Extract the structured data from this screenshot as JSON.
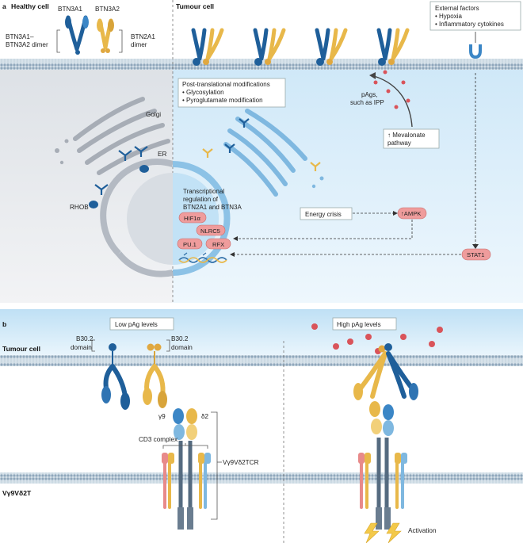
{
  "panel_a": {
    "panel_letter": "a",
    "healthy_title": "Healthy cell",
    "tumour_title": "Tumour cell",
    "btn3a1": "BTN3A1",
    "btn3a2": "BTN3A2",
    "dimer1_line1": "BTN3A1–",
    "dimer1_line2": "BTN3A2 dimer",
    "dimer2_line1": "BTN2A1",
    "dimer2_line2": "dimer",
    "external": {
      "title": "External factors",
      "items": [
        "• Hypoxia",
        "• Inflammatory cytokines"
      ]
    },
    "ptm": {
      "title": "Post-translational modifications",
      "items": [
        "• Glycosylation",
        "• Pyroglutamate modification"
      ]
    },
    "pags_line1": "pAgs,",
    "pags_line2": "such as IPP",
    "mevalonate_line1": "↑ Mevalonate",
    "mevalonate_line2": "pathway",
    "golgi": "Golgi",
    "er": "ER",
    "rhob": "RHOB",
    "transcriptional": [
      "Transcriptional",
      "regulation of",
      "BTN2A1 and BTN3A"
    ],
    "factors": [
      "HIF1α",
      "NLRC5",
      "PU.1",
      "RFX"
    ],
    "energy_crisis": "Energy crisis",
    "ampk": "↑AMPK",
    "stat1": "STAT1"
  },
  "panel_b": {
    "panel_letter": "b",
    "tumour_cell": "Tumour cell",
    "tcell": "Vγ9Vδ2T",
    "low_pag": "Low pAg levels",
    "high_pag": "High pAg levels",
    "b30_left_1": "B30.2",
    "b30_left_2": "domain",
    "b30_right_1": "B30.2",
    "b30_right_2": "domain",
    "gamma9": "γ9",
    "delta2": "δ2",
    "cd3": "CD3 complex",
    "tcr": "Vγ9Vδ2TCR",
    "activation": "Activation"
  },
  "colors": {
    "dark_blue": "#1f5f9a",
    "mid_blue": "#3b86c6",
    "gold": "#e8b84a",
    "pink": "#e88a8a",
    "membrane": "#9fb6c9",
    "pill_fill": "#ef9c9c"
  }
}
